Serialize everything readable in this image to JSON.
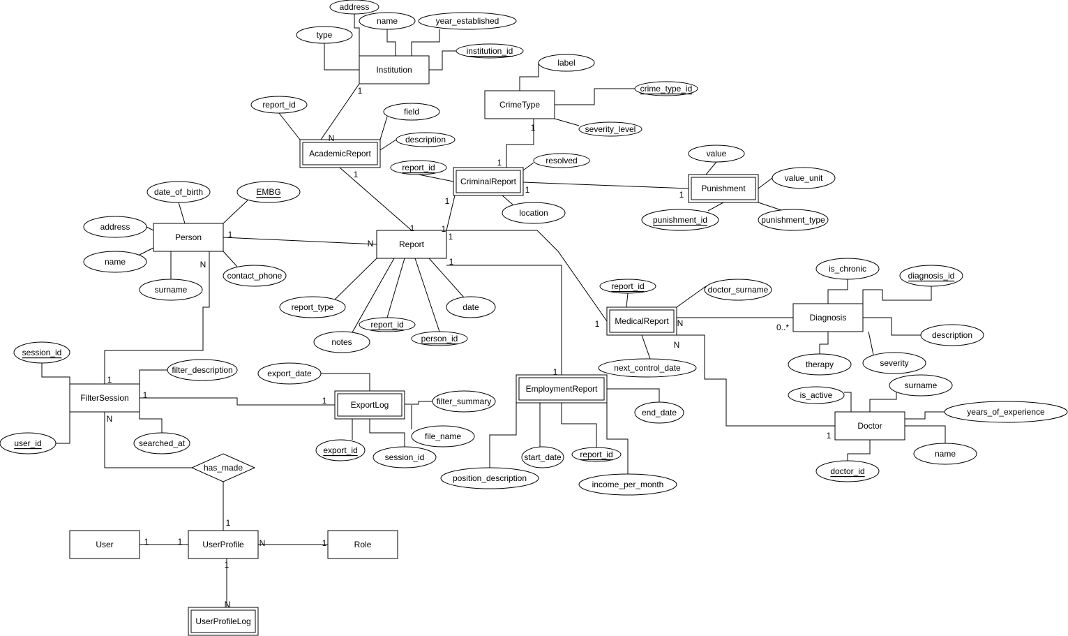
{
  "entities": [
    {
      "id": "Institution",
      "label": "Institution",
      "weak": false
    },
    {
      "id": "CrimeType",
      "label": "CrimeType",
      "weak": false
    },
    {
      "id": "AcademicReport",
      "label": "AcademicReport",
      "weak": true
    },
    {
      "id": "CriminalReport",
      "label": "CriminalReport",
      "weak": true
    },
    {
      "id": "Punishment",
      "label": "Punishment",
      "weak": true
    },
    {
      "id": "Person",
      "label": "Person",
      "weak": false
    },
    {
      "id": "Report",
      "label": "Report",
      "weak": false
    },
    {
      "id": "MedicalReport",
      "label": "MedicalReport",
      "weak": true
    },
    {
      "id": "Diagnosis",
      "label": "Diagnosis",
      "weak": false
    },
    {
      "id": "FilterSession",
      "label": "FilterSession",
      "weak": false
    },
    {
      "id": "ExportLog",
      "label": "ExportLog",
      "weak": true
    },
    {
      "id": "EmploymentReport",
      "label": "EmploymentReport",
      "weak": true
    },
    {
      "id": "Doctor",
      "label": "Doctor",
      "weak": false
    },
    {
      "id": "User",
      "label": "User",
      "weak": false
    },
    {
      "id": "UserProfile",
      "label": "UserProfile",
      "weak": false
    },
    {
      "id": "Role",
      "label": "Role",
      "weak": false
    },
    {
      "id": "UserProfileLog",
      "label": "UserProfileLog",
      "weak": true
    }
  ],
  "relationships": [
    {
      "id": "has_made",
      "label": "has_made"
    }
  ],
  "attributes": [
    {
      "id": "inst_address",
      "entity": "Institution",
      "label": "address",
      "key": false
    },
    {
      "id": "inst_name",
      "entity": "Institution",
      "label": "name",
      "key": false
    },
    {
      "id": "inst_year",
      "entity": "Institution",
      "label": "year_established",
      "key": false
    },
    {
      "id": "inst_type",
      "entity": "Institution",
      "label": "type",
      "key": false
    },
    {
      "id": "inst_id",
      "entity": "Institution",
      "label": "institution_id",
      "key": true
    },
    {
      "id": "ct_label",
      "entity": "CrimeType",
      "label": "label",
      "key": false
    },
    {
      "id": "ct_id",
      "entity": "CrimeType",
      "label": "crime_type_id",
      "key": true
    },
    {
      "id": "ct_sev",
      "entity": "CrimeType",
      "label": "severity_level",
      "key": false
    },
    {
      "id": "ar_rid",
      "entity": "AcademicReport",
      "label": "report_id",
      "key": false
    },
    {
      "id": "ar_field",
      "entity": "AcademicReport",
      "label": "field",
      "key": false
    },
    {
      "id": "ar_desc",
      "entity": "AcademicReport",
      "label": "description",
      "key": false
    },
    {
      "id": "cr_rid",
      "entity": "CriminalReport",
      "label": "report_id",
      "key": true
    },
    {
      "id": "cr_resolved",
      "entity": "CriminalReport",
      "label": "resolved",
      "key": false
    },
    {
      "id": "cr_loc",
      "entity": "CriminalReport",
      "label": "location",
      "key": false
    },
    {
      "id": "pun_value",
      "entity": "Punishment",
      "label": "value",
      "key": false
    },
    {
      "id": "pun_unit",
      "entity": "Punishment",
      "label": "value_unit",
      "key": false
    },
    {
      "id": "pun_id",
      "entity": "Punishment",
      "label": "punishment_id",
      "key": true
    },
    {
      "id": "pun_type",
      "entity": "Punishment",
      "label": "punishment_type",
      "key": false
    },
    {
      "id": "per_dob",
      "entity": "Person",
      "label": "date_of_birth",
      "key": false
    },
    {
      "id": "per_embg",
      "entity": "Person",
      "label": "EMBG",
      "key": true
    },
    {
      "id": "per_addr",
      "entity": "Person",
      "label": "address",
      "key": false
    },
    {
      "id": "per_name",
      "entity": "Person",
      "label": "name",
      "key": false
    },
    {
      "id": "per_sur",
      "entity": "Person",
      "label": "surname",
      "key": false
    },
    {
      "id": "per_phone",
      "entity": "Person",
      "label": "contact_phone",
      "key": false
    },
    {
      "id": "rep_type",
      "entity": "Report",
      "label": "report_type",
      "key": false
    },
    {
      "id": "rep_notes",
      "entity": "Report",
      "label": "notes",
      "key": false
    },
    {
      "id": "rep_id",
      "entity": "Report",
      "label": "report_id",
      "key": true
    },
    {
      "id": "rep_pid",
      "entity": "Report",
      "label": "person_id",
      "key": true
    },
    {
      "id": "rep_date",
      "entity": "Report",
      "label": "date",
      "key": false
    },
    {
      "id": "mr_rid",
      "entity": "MedicalReport",
      "label": "report_id",
      "key": true
    },
    {
      "id": "mr_doc",
      "entity": "MedicalReport",
      "label": "doctor_surname",
      "key": false
    },
    {
      "id": "mr_next",
      "entity": "MedicalReport",
      "label": "next_control_date",
      "key": false
    },
    {
      "id": "dg_chronic",
      "entity": "Diagnosis",
      "label": "is_chronic",
      "key": false
    },
    {
      "id": "dg_id",
      "entity": "Diagnosis",
      "label": "diagnosis_id",
      "key": true
    },
    {
      "id": "dg_desc",
      "entity": "Diagnosis",
      "label": "description",
      "key": false
    },
    {
      "id": "dg_ther",
      "entity": "Diagnosis",
      "label": "therapy",
      "key": false
    },
    {
      "id": "dg_sev",
      "entity": "Diagnosis",
      "label": "severity",
      "key": false
    },
    {
      "id": "fs_sid",
      "entity": "FilterSession",
      "label": "session_id",
      "key": true
    },
    {
      "id": "fs_fdesc",
      "entity": "FilterSession",
      "label": "filter_description",
      "key": false
    },
    {
      "id": "fs_uid",
      "entity": "FilterSession",
      "label": "user_id",
      "key": true
    },
    {
      "id": "fs_at",
      "entity": "FilterSession",
      "label": "searched_at",
      "key": false
    },
    {
      "id": "el_date",
      "entity": "ExportLog",
      "label": "export_date",
      "key": false
    },
    {
      "id": "el_sum",
      "entity": "ExportLog",
      "label": "filter_summary",
      "key": false
    },
    {
      "id": "el_file",
      "entity": "ExportLog",
      "label": "file_name",
      "key": false
    },
    {
      "id": "el_id",
      "entity": "ExportLog",
      "label": "export_id",
      "key": true
    },
    {
      "id": "el_sid",
      "entity": "ExportLog",
      "label": "session_id",
      "key": false
    },
    {
      "id": "er_end",
      "entity": "EmploymentReport",
      "label": "end_date",
      "key": false
    },
    {
      "id": "er_start",
      "entity": "EmploymentReport",
      "label": "start_date",
      "key": false
    },
    {
      "id": "er_rid",
      "entity": "EmploymentReport",
      "label": "report_id",
      "key": true
    },
    {
      "id": "er_pos",
      "entity": "EmploymentReport",
      "label": "position_description",
      "key": false
    },
    {
      "id": "er_income",
      "entity": "EmploymentReport",
      "label": "income_per_month",
      "key": false
    },
    {
      "id": "doc_active",
      "entity": "Doctor",
      "label": "is_active",
      "key": false
    },
    {
      "id": "doc_sur",
      "entity": "Doctor",
      "label": "surname",
      "key": false
    },
    {
      "id": "doc_exp",
      "entity": "Doctor",
      "label": "years_of_experience",
      "key": false
    },
    {
      "id": "doc_name",
      "entity": "Doctor",
      "label": "name",
      "key": false
    },
    {
      "id": "doc_id",
      "entity": "Doctor",
      "label": "doctor_id",
      "key": true
    }
  ],
  "connections": [
    {
      "id": "inst-acad",
      "from": "Institution",
      "to": "AcademicReport",
      "card_from": "1",
      "card_to": "N"
    },
    {
      "id": "acad-report",
      "from": "AcademicReport",
      "to": "Report",
      "card_from": "1",
      "card_to": "1"
    },
    {
      "id": "crimetype-crim",
      "from": "CrimeType",
      "to": "CriminalReport",
      "card_from": "1",
      "card_to": "1"
    },
    {
      "id": "crim-pun",
      "from": "CriminalReport",
      "to": "Punishment",
      "card_from": "1",
      "card_to": "1"
    },
    {
      "id": "crim-report",
      "from": "CriminalReport",
      "to": "Report",
      "card_from": "1",
      "card_to": "1"
    },
    {
      "id": "person-report",
      "from": "Person",
      "to": "Report",
      "card_from": "1",
      "card_to": "N"
    },
    {
      "id": "report-med",
      "from": "Report",
      "to": "MedicalReport",
      "card_from": "1",
      "card_to": "1"
    },
    {
      "id": "report-emp",
      "from": "Report",
      "to": "EmploymentReport",
      "card_from": "1",
      "card_to": "1"
    },
    {
      "id": "med-diag",
      "from": "MedicalReport",
      "to": "Diagnosis",
      "card_from": "N",
      "card_to": "0..*"
    },
    {
      "id": "med-doctor",
      "from": "MedicalReport",
      "to": "Doctor",
      "card_from": "N",
      "card_to": "1"
    },
    {
      "id": "person-fs",
      "from": "Person",
      "to": "FilterSession",
      "card_from": "N",
      "card_to": "1"
    },
    {
      "id": "fs-export",
      "from": "FilterSession",
      "to": "ExportLog",
      "card_from": "1",
      "card_to": "1"
    },
    {
      "id": "fs-hasmade",
      "from": "FilterSession",
      "to": "has_made",
      "card_from": "N",
      "card_to": ""
    },
    {
      "id": "hasmade-up",
      "from": "has_made",
      "to": "UserProfile",
      "card_from": "",
      "card_to": "1"
    },
    {
      "id": "user-up",
      "from": "User",
      "to": "UserProfile",
      "card_from": "1",
      "card_to": "1"
    },
    {
      "id": "up-role",
      "from": "UserProfile",
      "to": "Role",
      "card_from": "N",
      "card_to": "1"
    },
    {
      "id": "up-log",
      "from": "UserProfile",
      "to": "UserProfileLog",
      "card_from": "1",
      "card_to": "N"
    }
  ]
}
